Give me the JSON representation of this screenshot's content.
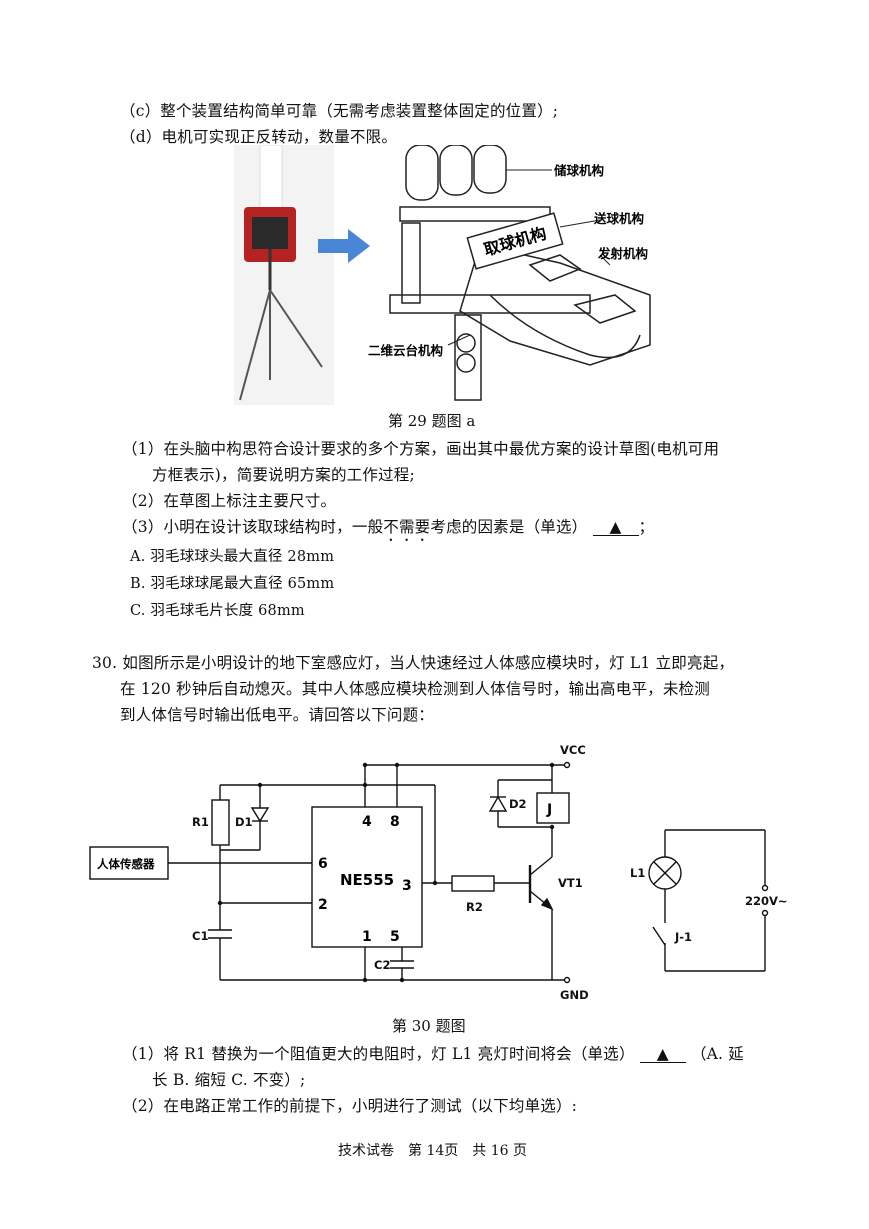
{
  "top_lines": {
    "c": "（c）整个装置结构简单可靠（无需考虑装置整体固定的位置）;",
    "d": "（d）电机可实现正反转动，数量不限。"
  },
  "figure_a": {
    "caption": "第 29 题图 a",
    "labels": {
      "storage": "储球机构",
      "take": "取球机构",
      "feed": "送球机构",
      "launch": "发射机构",
      "gimbal": "二维云台机构"
    }
  },
  "q29": {
    "p1a": "（1）在头脑中构思符合设计要求的多个方案，画出其中最优方案的设计草图(电机可用",
    "p1b": "方框表示)，简要说明方案的工作过程;",
    "p2": "（2）在草图上标注主要尺寸。",
    "p3_pre": "（3）小明在设计该取球结构时，一般",
    "p3_emph": "不需要",
    "p3_post": "考虑的因素是（单选）",
    "p3_blank": "▲",
    "p3_end": "；",
    "optA": "A. 羽毛球球头最大直径 28mm",
    "optB": "B. 羽毛球球尾最大直径 65mm",
    "optC": "C. 羽毛球毛片长度 68mm"
  },
  "q30": {
    "l1": "30. 如图所示是小明设计的地下室感应灯，当人快速经过人体感应模块时，灯 L1 立即亮起，",
    "l2": "在 120 秒钟后自动熄灭。其中人体感应模块检测到人体信号时，输出高电平，未检测",
    "l3": "到人体信号时输出低电平。请回答以下问题："
  },
  "circuit": {
    "vcc": "VCC",
    "gnd": "GND",
    "sensor": "人体传感器",
    "r1": "R1",
    "d1": "D1",
    "c1": "C1",
    "c2": "C2",
    "r2": "R2",
    "d2": "D2",
    "j": "J",
    "vt1": "VT1",
    "chip": "NE555",
    "pin4": "4",
    "pin8": "8",
    "pin6": "6",
    "pin2": "2",
    "pin3": "3",
    "pin1": "1",
    "pin5": "5",
    "l1": "L1",
    "j1": "J-1",
    "ac": "220V~"
  },
  "fig30_caption": "第 30 题图",
  "q30_sub": {
    "s1a_pre": "（1）将 R1 替换为一个阻值更大的电阻时，灯 L1 亮灯时间将会（单选）",
    "s1a_blank": "▲",
    "s1a_post": "（A. 延",
    "s1b": "长 B. 缩短 C. 不变）;",
    "s2": "（2）在电路正常工作的前提下，小明进行了测试（以下均单选）:"
  },
  "footer": "技术试卷　第 14页　共 16 页"
}
